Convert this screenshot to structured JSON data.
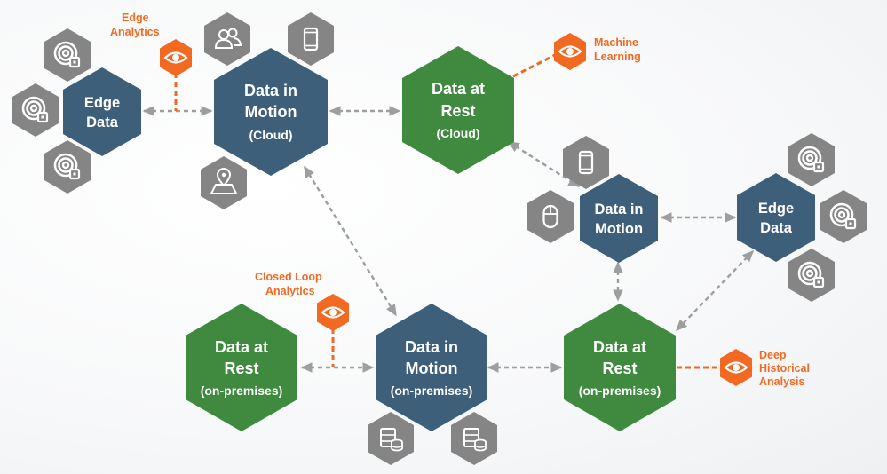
{
  "colors": {
    "edge_hex": "#3e5f7a",
    "motion_hex": "#3e5f7a",
    "rest_hex": "#3f8a3f",
    "icon_hex": "#858585",
    "analytics": "#f26a21",
    "connector": "#9e9e9e"
  },
  "nodes": {
    "edge_data_left": {
      "line1": "Edge",
      "line2": "Data"
    },
    "motion_cloud": {
      "line1": "Data in",
      "line2": "Motion",
      "line3": "(Cloud)"
    },
    "rest_cloud": {
      "line1": "Data at",
      "line2": "Rest",
      "line3": "(Cloud)"
    },
    "motion_right": {
      "line1": "Data in",
      "line2": "Motion"
    },
    "edge_data_right": {
      "line1": "Edge",
      "line2": "Data"
    },
    "rest_onprem_left": {
      "line1": "Data at",
      "line2": "Rest",
      "line3": "(on-premises)"
    },
    "motion_onprem": {
      "line1": "Data in",
      "line2": "Motion",
      "line3": "(on-premises)"
    },
    "rest_onprem_right": {
      "line1": "Data at",
      "line2": "Rest",
      "line3": "(on-premises)"
    }
  },
  "analytics": {
    "edge": {
      "line1": "Edge",
      "line2": "Analytics",
      "icon": "eye-icon"
    },
    "machine_learning": {
      "line1": "Machine",
      "line2": "Learning",
      "icon": "eye-icon"
    },
    "closed_loop": {
      "line1": "Closed Loop",
      "line2": "Analytics",
      "icon": "eye-icon"
    },
    "deep_historical": {
      "line1": "Deep",
      "line2": "Historical",
      "line3": "Analysis",
      "icon": "eye-icon"
    }
  },
  "device_icons": [
    "sensor-icon",
    "sensor-icon",
    "sensor-icon",
    "users-icon",
    "smartphone-icon",
    "map-pin-icon",
    "smartphone-icon",
    "mouse-icon",
    "sensor-icon",
    "sensor-icon",
    "sensor-icon",
    "database-icon",
    "database-icon"
  ]
}
